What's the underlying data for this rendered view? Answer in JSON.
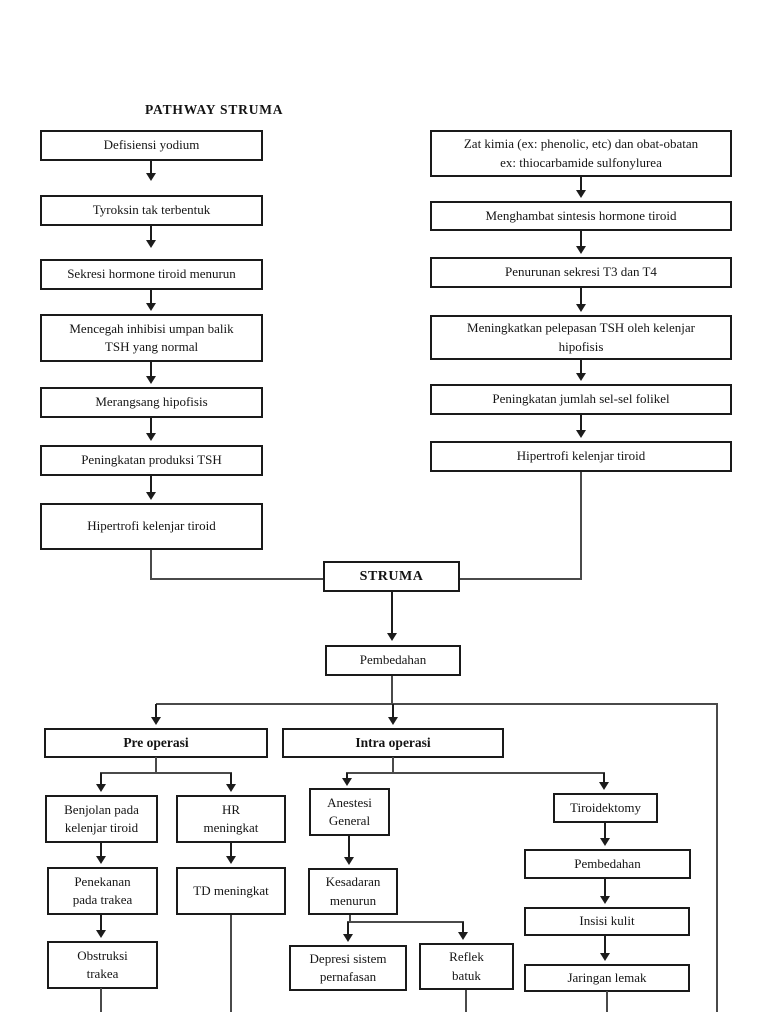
{
  "title": "PATHWAY STRUMA",
  "colors": {
    "background": "#ffffff",
    "ink": "#1a1a1a",
    "line": "#4a4a4a"
  },
  "left_pathway": [
    "Defisiensi yodium",
    "Tyroksin tak terbentuk",
    "Sekresi hormone tiroid menurun",
    "Mencegah inhibisi umpan balik\nTSH yang normal",
    "Merangsang hipofisis",
    "Peningkatan produksi TSH",
    "Hipertrofi kelenjar tiroid"
  ],
  "right_pathway": [
    "Zat kimia (ex: phenolic, etc) dan obat-obatan\nex: thiocarbamide sulfonylurea",
    "Menghambat sintesis hormone tiroid",
    "Penurunan sekresi T3 dan T4",
    "Meningkatkan pelepasan TSH oleh kelenjar\nhipofisis",
    "Peningkatan jumlah sel-sel folikel",
    "Hipertrofi kelenjar tiroid"
  ],
  "center": {
    "struma": "STRUMA",
    "pembedahan": "Pembedahan"
  },
  "pre_operasi": {
    "header": "Pre operasi",
    "branch_benjolan": [
      "Benjolan pada\nkelenjar tiroid",
      "Penekanan\npada trakea",
      "Obstruksi\ntrakea"
    ],
    "branch_hr": [
      "HR\nmeningkat",
      "TD meningkat"
    ]
  },
  "intra_operasi": {
    "header": "Intra operasi",
    "branch_anestesi": [
      "Anestesi\nGeneral",
      "Kesadaran\nmenurun",
      "Depresi sistem\npernafasan",
      "Reflek\nbatuk"
    ],
    "branch_tiroidektomy": [
      "Tiroidektomy",
      "Pembedahan",
      "Insisi kulit",
      "Jaringan lemak"
    ]
  }
}
